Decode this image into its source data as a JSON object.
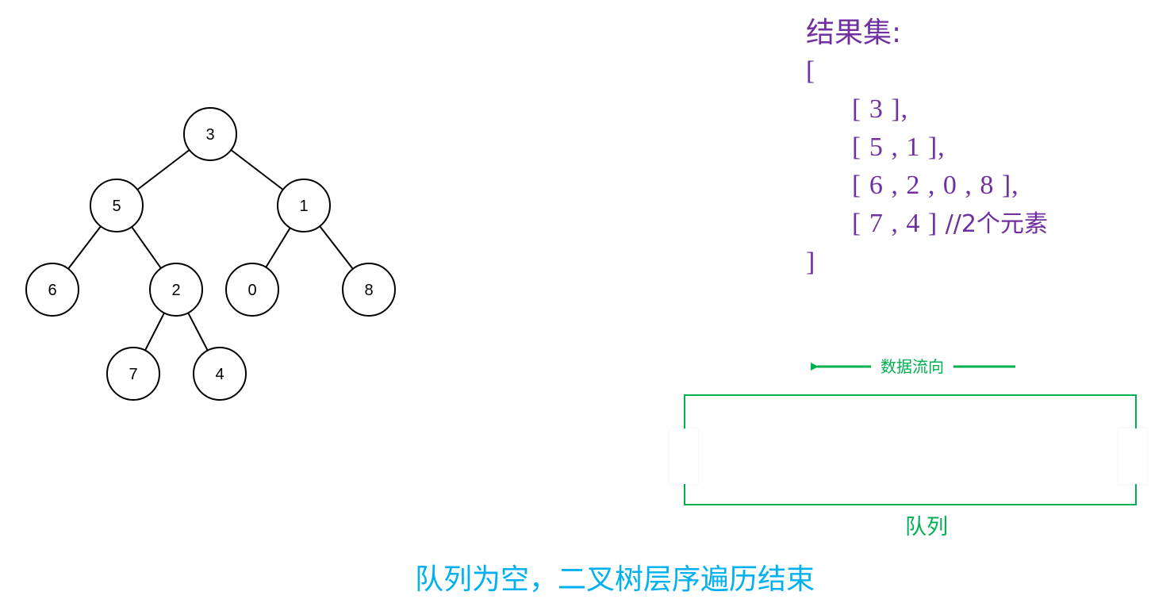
{
  "tree": {
    "nodes": [
      {
        "id": "n3",
        "label": "3"
      },
      {
        "id": "n5",
        "label": "5"
      },
      {
        "id": "n1",
        "label": "1"
      },
      {
        "id": "n6",
        "label": "6"
      },
      {
        "id": "n2",
        "label": "2"
      },
      {
        "id": "n0",
        "label": "0"
      },
      {
        "id": "n8",
        "label": "8"
      },
      {
        "id": "n7",
        "label": "7"
      },
      {
        "id": "n4",
        "label": "4"
      }
    ],
    "edges": [
      [
        "n3",
        "n5"
      ],
      [
        "n3",
        "n1"
      ],
      [
        "n5",
        "n6"
      ],
      [
        "n5",
        "n2"
      ],
      [
        "n1",
        "n0"
      ],
      [
        "n1",
        "n8"
      ],
      [
        "n2",
        "n7"
      ],
      [
        "n2",
        "n4"
      ]
    ]
  },
  "result": {
    "title": "结果集:",
    "open_bracket": "[",
    "rows": [
      {
        "text": "[ 3 ],",
        "comment": ""
      },
      {
        "text": "[ 5 , 1 ],",
        "comment": ""
      },
      {
        "text": "[ 6 , 2 , 0 , 8 ],",
        "comment": ""
      },
      {
        "text": "[ 7 , 4 ] ",
        "comment": "//2个元素"
      }
    ],
    "close_bracket": "]"
  },
  "queue": {
    "flow_label": "数据流向",
    "label": "队列"
  },
  "footer": {
    "message": "队列为空，二叉树层序遍历结束"
  },
  "colors": {
    "result": "#7030a0",
    "queue": "#00b050",
    "footer": "#00b0f0",
    "tree": "#000000"
  }
}
